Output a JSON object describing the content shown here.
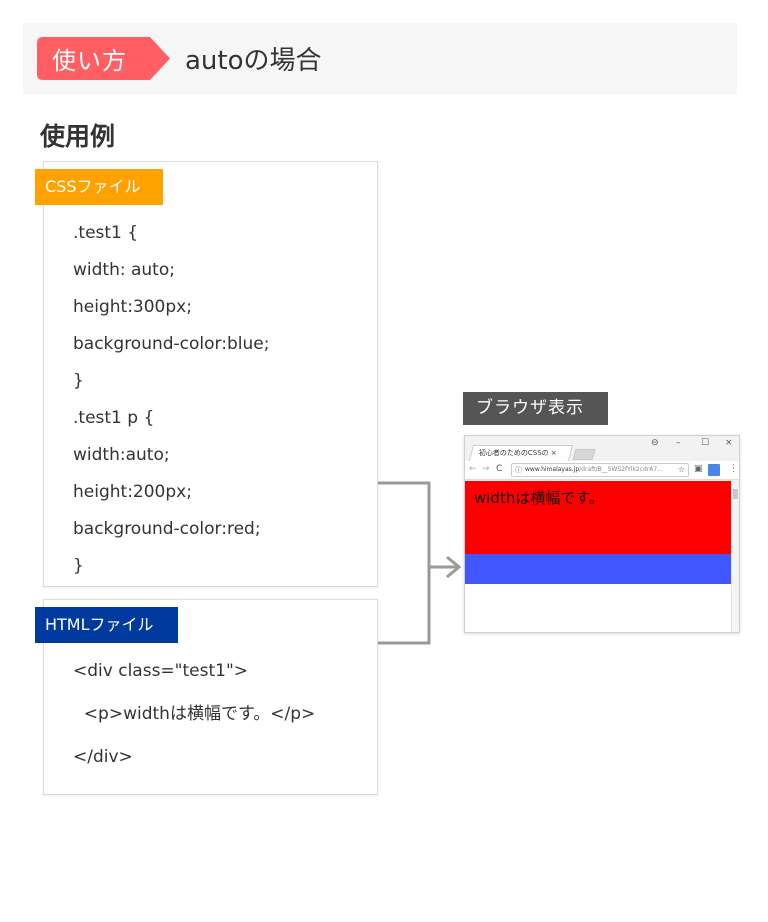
{
  "header": {
    "badge_label": "使い方",
    "badge_color": "#ff5f62",
    "title": "autoの場合"
  },
  "section": {
    "title": "使用例"
  },
  "css_file": {
    "label": "CSSファイル",
    "label_color": "#ffa200",
    "lines": [
      ".test1 {",
      "width: auto;",
      "height:300px;",
      "background-color:blue;",
      "}",
      ".test1 p {",
      "width:auto;",
      "height:200px;",
      "background-color:red;",
      "}"
    ]
  },
  "html_file": {
    "label": "HTMLファイル",
    "label_color": "#003a9e",
    "lines": [
      "<div class=\"test1\">",
      "  <p>widthは横幅です。</p>",
      "</div>"
    ]
  },
  "browser": {
    "label": "ブラウザ表示",
    "tab_title": "初心者のためのCSSの ×",
    "url_domain": "www.himalayas.jp",
    "url_path": "/draft/B__SWS2fYlk2cdrA7...",
    "window_controls": [
      "⊖",
      "–",
      "☐",
      "×"
    ],
    "content_text": "widthは横幅です。",
    "colors": {
      "red": "#ff0000",
      "blue": "#4157ff"
    }
  }
}
